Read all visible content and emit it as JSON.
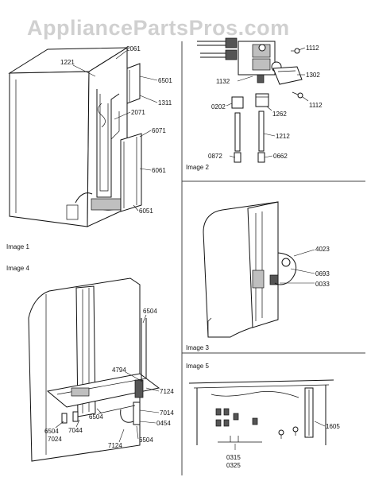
{
  "watermark": "AppliancePartsPros.com",
  "panels": {
    "image1": {
      "caption": "Image 1",
      "parts": [
        "1221",
        "2061",
        "6501",
        "1311",
        "2071",
        "6071",
        "6061",
        "6051"
      ]
    },
    "image2": {
      "caption": "Image 2",
      "parts": [
        "1112",
        "1132",
        "1302",
        "1112",
        "0202",
        "1262",
        "1212",
        "0872",
        "0662"
      ]
    },
    "image3": {
      "caption": "Image 3",
      "parts": [
        "4023",
        "0693",
        "0033"
      ]
    },
    "image4": {
      "caption": "Image 4",
      "parts": [
        "6504",
        "4794",
        "7124",
        "7014",
        "0454",
        "6504",
        "7124",
        "7044",
        "6504",
        "6504",
        "7024"
      ]
    },
    "image5": {
      "caption": "Image 5",
      "parts": [
        "1605",
        "0315",
        "0325"
      ]
    }
  }
}
